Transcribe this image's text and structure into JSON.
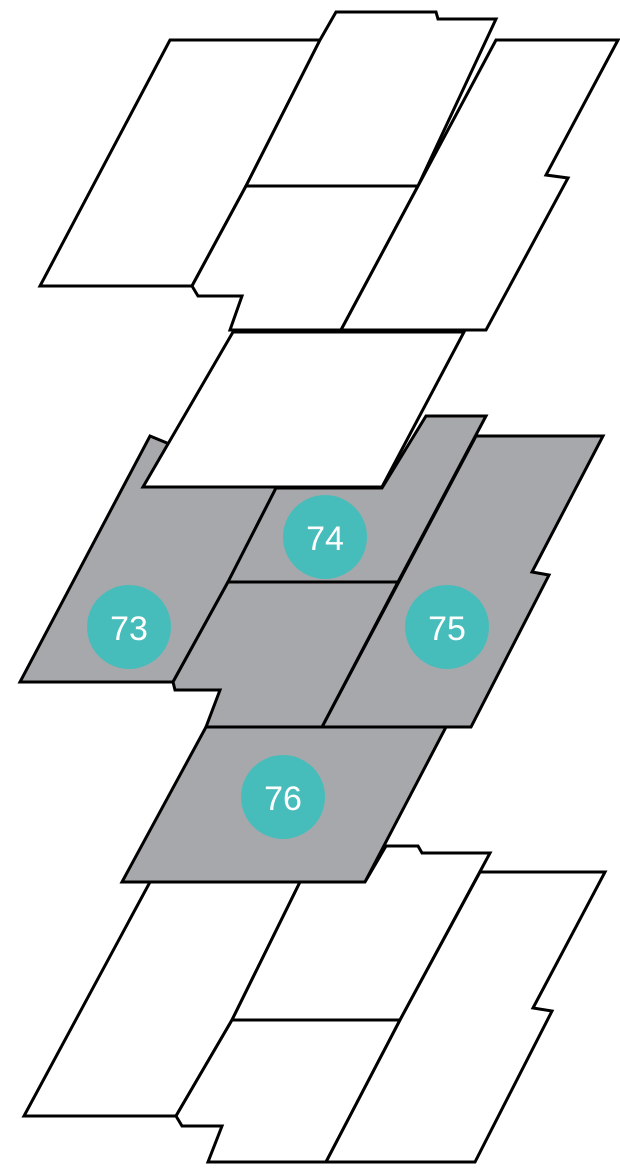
{
  "colors": {
    "highlight_fill": "#a7a8ab",
    "plain_fill": "#ffffff",
    "outline": "#000000",
    "badge": "#47bdbb",
    "badge_text": "#ffffff"
  },
  "units": [
    {
      "id": "unit-73",
      "label": "73",
      "highlighted": true
    },
    {
      "id": "unit-74",
      "label": "74",
      "highlighted": true
    },
    {
      "id": "unit-75",
      "label": "75",
      "highlighted": true
    },
    {
      "id": "unit-76",
      "label": "76",
      "highlighted": true
    }
  ]
}
